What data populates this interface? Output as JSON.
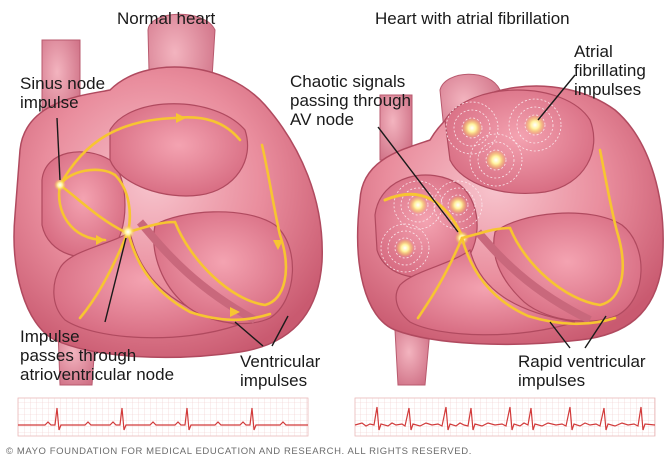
{
  "panels": [
    {
      "title": "Normal heart"
    },
    {
      "title": "Heart with atrial fibrillation"
    }
  ],
  "labels": {
    "sinus_node": "Sinus node\nimpulse",
    "impulse_av": "Impulse\npasses through\natrioventricular node",
    "ventricular": "Ventricular\nimpulses",
    "chaotic": "Chaotic signals\npassing through\nAV node",
    "atrial_fib": "Atrial\nfibrillating\nimpulses",
    "rapid_ventricular": "Rapid ventricular\nimpulses"
  },
  "copyright": "© MAYO FOUNDATION FOR MEDICAL EDUCATION AND RESEARCH. ALL RIGHTS RESERVED.",
  "colors": {
    "heart_fill": "#e58a9a",
    "heart_dark": "#b84a60",
    "heart_light": "#f6c6cf",
    "signal": "#f7c531",
    "signal_glow": "#fff3b0",
    "ecg": "#d23b3b"
  }
}
